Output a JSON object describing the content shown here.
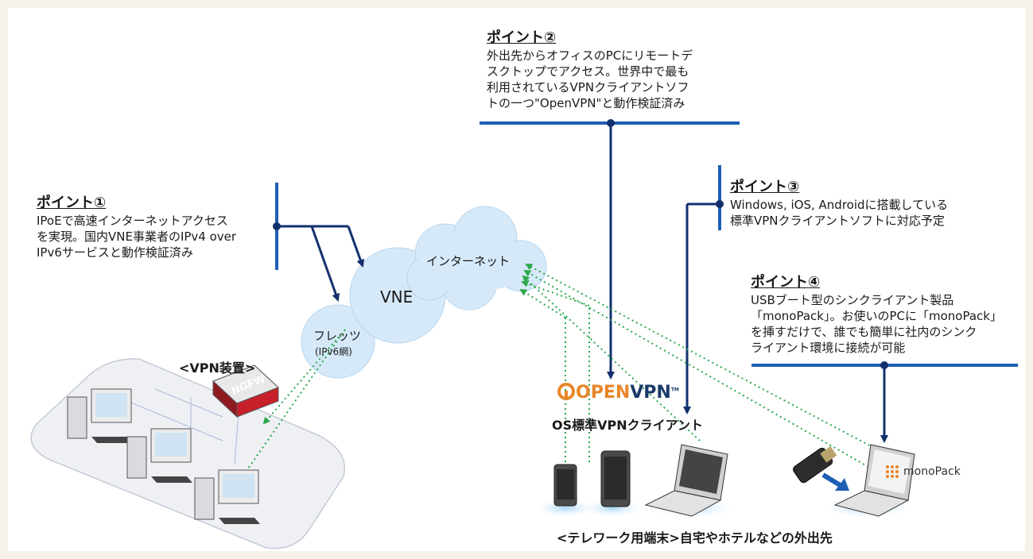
{
  "points": [
    {
      "title": "ポイント①",
      "text": "IPoEで高速インターネットアクセス\nを実現。国内VNE事業者のIPv4 over\nIPv6サービスと動作検証済み"
    },
    {
      "title": "ポイント②",
      "text": "外出先からオフィスのPCにリモートデ\nスクトップでアクセス。世界中で最も\n利用されているVPNクライアントソフ\nトの一つ\"OpenVPN\"と動作検証済み"
    },
    {
      "title": "ポイント③",
      "text": "Windows, iOS, Androidに搭載している\n標準VPNクライアントソフトに対応予定"
    },
    {
      "title": "ポイント④",
      "text": "USBブート型のシンクライアント製品\n「monoPack」。お使いのPCに「monoPack」\nを挿すだけで、誰でも簡単に社内のシンク\nライアント環境に接続が可能"
    }
  ],
  "clouds": {
    "internet": "インターネット",
    "vne": "VNE",
    "flets": "フレッツ",
    "flets_sub": "(IPv6網)"
  },
  "vpn_device_label": "<VPN装置>",
  "ngfw_label": "NGFW",
  "openvpn_logo": {
    "open": "OPEN",
    "vpn": "VPN",
    "tm": "TM"
  },
  "os_client_label": "OS標準VPNクライアント",
  "monopack_logo": "monoPack",
  "telework_label": "<テレワーク用端末>自宅やホテルなどの外出先",
  "colors": {
    "navy": "#12306c",
    "blue": "#1f5eb5",
    "green": "#2aa84a",
    "cloud": "#d6e9f8",
    "red": "#c8202a",
    "orange": "#e8862a"
  }
}
